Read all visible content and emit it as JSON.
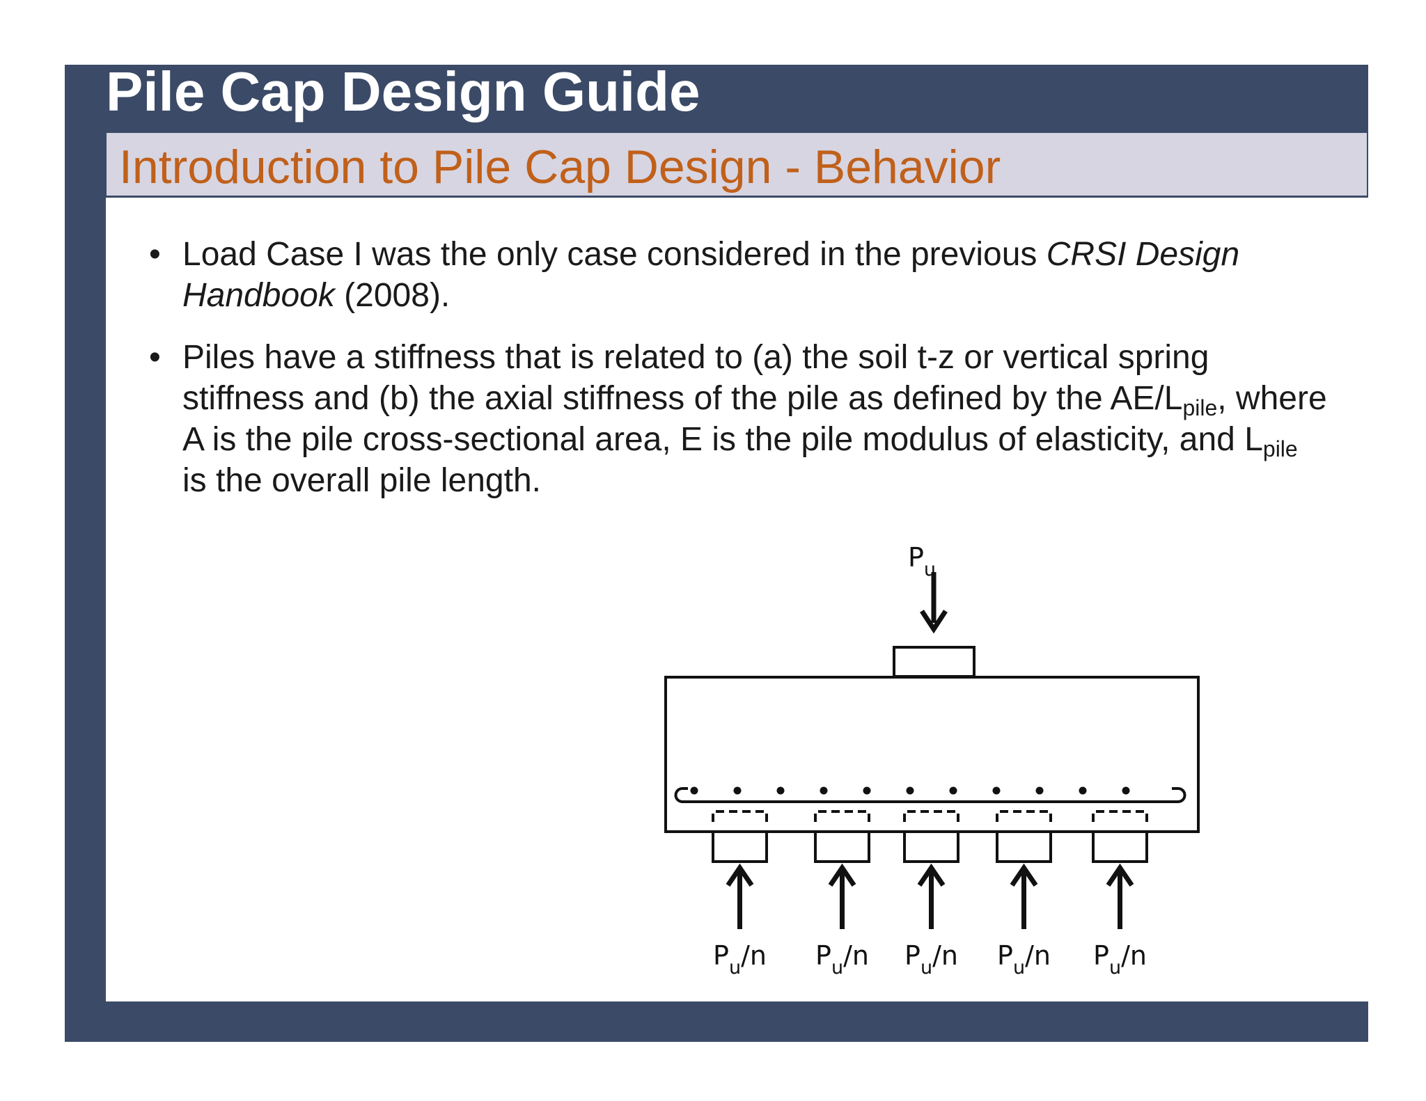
{
  "slide": {
    "title": "Pile Cap Design Guide",
    "subtitle": "Introduction to Pile Cap Design - Behavior",
    "colors": {
      "frame": "#3b4a67",
      "subtitle_bar": "#d7d5e2",
      "subtitle_text": "#c0601a",
      "title_text": "#ffffff",
      "body_text": "#1a1a1a"
    }
  },
  "bullets": [
    {
      "a": "Load Case I was the only case considered in the previous ",
      "a_italic": "CRSI Design Handbook",
      "b": " (2008)."
    },
    {
      "a": "Piles have a stiffness that is related to (a) the soil t-z or vertical spring stiffness and (b) the axial stiffness of the pile as defined by the AE/L",
      "sub1": "pile",
      "b": ", where A is the pile cross-sectional area, E is the pile modulus of elasticity, and L",
      "sub2": "pile",
      "c": " is the overall pile length."
    }
  ],
  "diagram": {
    "load_main": "P",
    "load_main_sub": "u",
    "reaction_main": "P",
    "reaction_sub": "u",
    "reaction_suffix": "/n",
    "pile_count": 5,
    "rebar_dots": 11
  }
}
